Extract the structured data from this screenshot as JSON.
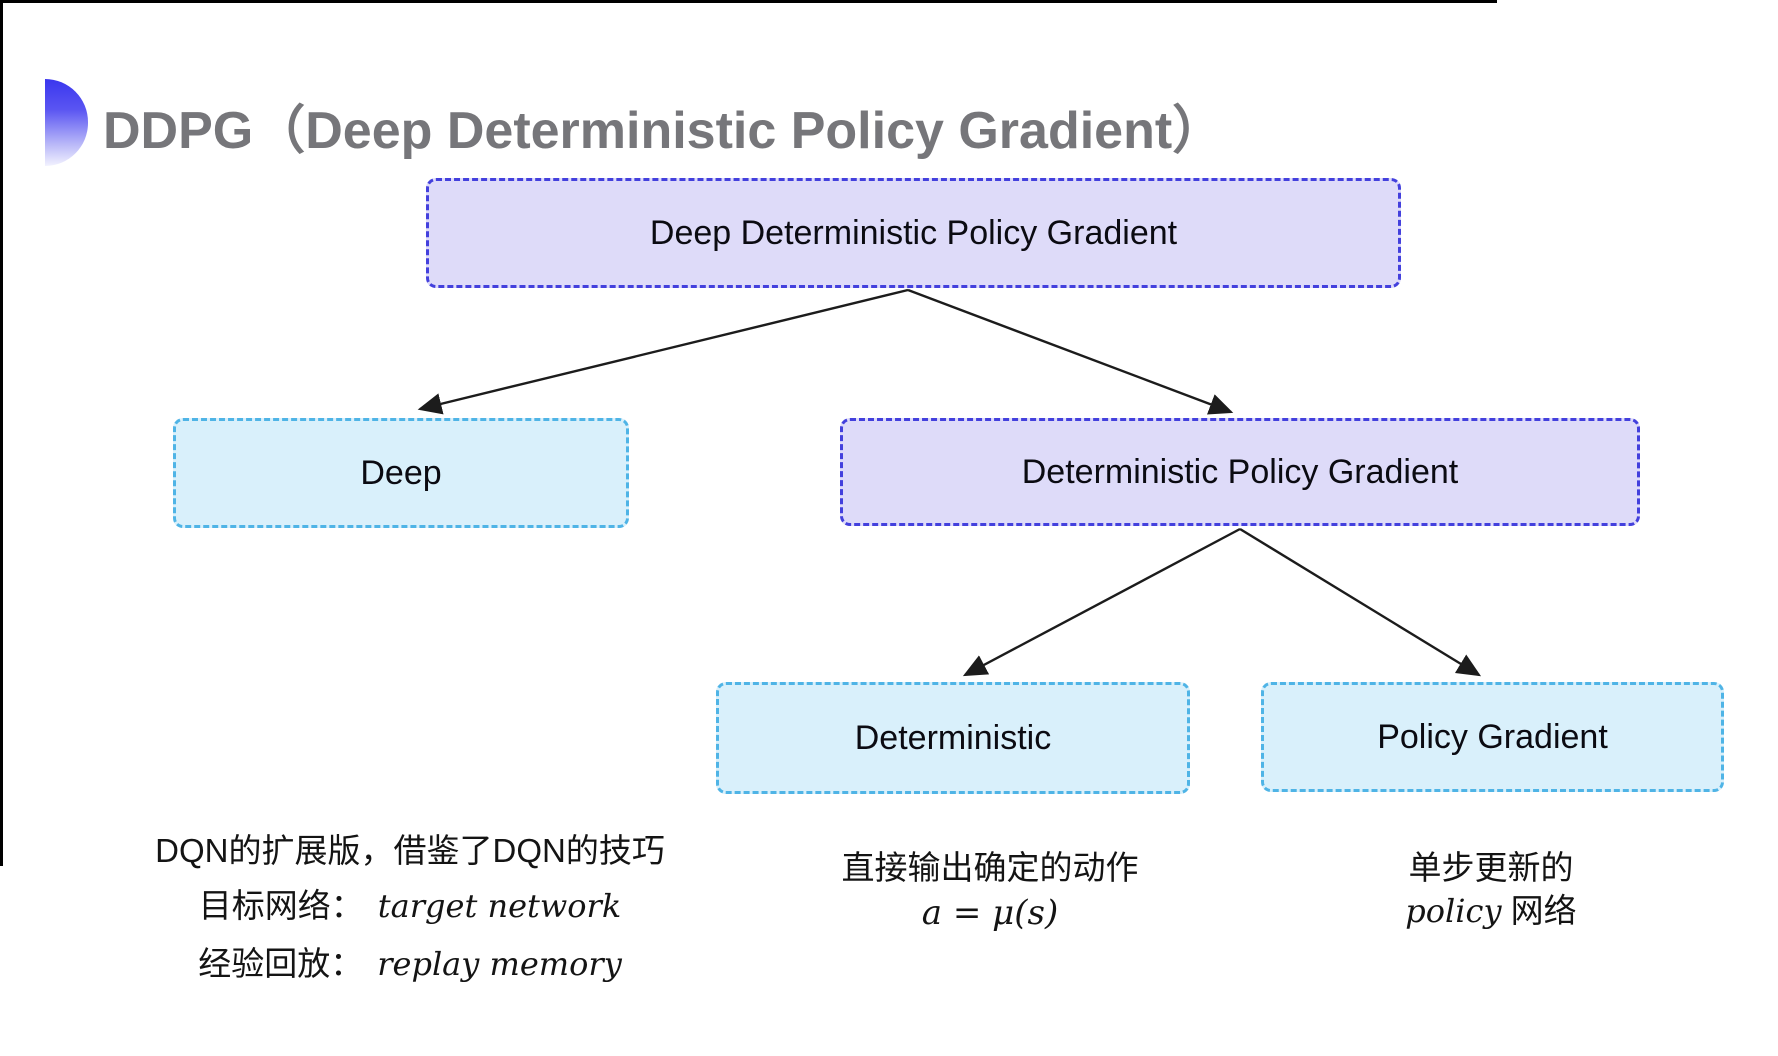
{
  "colors": {
    "accent_purple_border": "#4340dd",
    "accent_purple_fill": "#dedbf9",
    "accent_cyan_border": "#4fb4e6",
    "accent_cyan_fill": "#d9f0fb",
    "title_gray": "#76767a",
    "arrow_black": "#1c1c1c",
    "text_black": "#141414",
    "bullet_blue": "#3a36ee"
  },
  "header": {
    "title": "DDPG（Deep Deterministic Policy Gradient）",
    "bullet_icon": "half-circle-gradient"
  },
  "diagram": {
    "root": {
      "label": "Deep Deterministic Policy Gradient"
    },
    "children": [
      {
        "label": "Deep"
      },
      {
        "label": "Deterministic Policy Gradient"
      }
    ],
    "grandchildren": [
      {
        "label": "Deterministic"
      },
      {
        "label": "Policy Gradient"
      }
    ]
  },
  "notes": {
    "deep": {
      "line1": "DQN的扩展版，借鉴了DQN的技巧",
      "target_label": "目标网络：",
      "target_value": "target network",
      "replay_label": "经验回放：",
      "replay_value": "replay memory"
    },
    "deterministic": {
      "line1": "直接输出确定的动作",
      "formula": "a = μ(s)"
    },
    "policy_gradient": {
      "line1": "单步更新的",
      "line2_italic": "policy",
      "line2_rest": " 网络"
    }
  }
}
